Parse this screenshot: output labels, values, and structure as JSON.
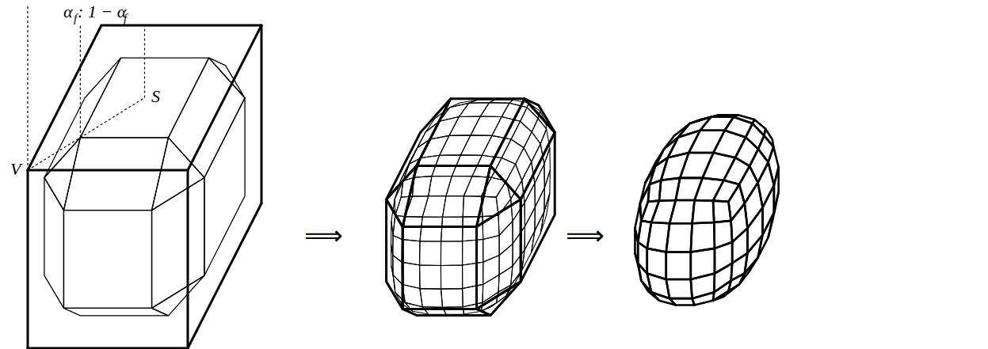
{
  "diagram": {
    "labels": [
      "α",
      "f",
      ": 1 − α",
      "f",
      "V",
      "S",
      "⟹",
      "⟹"
    ]
  }
}
